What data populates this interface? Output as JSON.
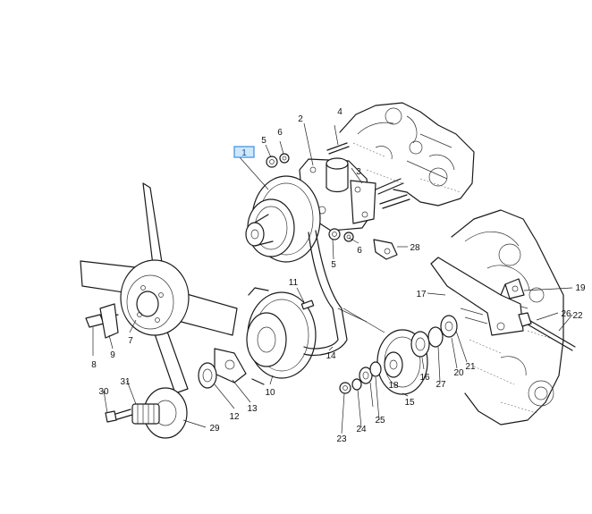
{
  "highlight": {
    "label": "1"
  },
  "callouts": [
    {
      "id": "2",
      "text": "2"
    },
    {
      "id": "3",
      "text": "3"
    },
    {
      "id": "4",
      "text": "4"
    },
    {
      "id": "5a",
      "text": "5"
    },
    {
      "id": "5b",
      "text": "5"
    },
    {
      "id": "6a",
      "text": "6"
    },
    {
      "id": "6b",
      "text": "6"
    },
    {
      "id": "7",
      "text": "7"
    },
    {
      "id": "8",
      "text": "8"
    },
    {
      "id": "9",
      "text": "9"
    },
    {
      "id": "10",
      "text": "10"
    },
    {
      "id": "11",
      "text": "11"
    },
    {
      "id": "12",
      "text": "12"
    },
    {
      "id": "13",
      "text": "13"
    },
    {
      "id": "14",
      "text": "14"
    },
    {
      "id": "15",
      "text": "15"
    },
    {
      "id": "16",
      "text": "16"
    },
    {
      "id": "17",
      "text": "17"
    },
    {
      "id": "18",
      "text": "18"
    },
    {
      "id": "19",
      "text": "19"
    },
    {
      "id": "20",
      "text": "20"
    },
    {
      "id": "21",
      "text": "21"
    },
    {
      "id": "22",
      "text": "22"
    },
    {
      "id": "23",
      "text": "23"
    },
    {
      "id": "24",
      "text": "24"
    },
    {
      "id": "25",
      "text": "25"
    },
    {
      "id": "26",
      "text": "26"
    },
    {
      "id": "27",
      "text": "27"
    },
    {
      "id": "28",
      "text": "28"
    },
    {
      "id": "29",
      "text": "29"
    },
    {
      "id": "30",
      "text": "30"
    },
    {
      "id": "31",
      "text": "31"
    }
  ]
}
